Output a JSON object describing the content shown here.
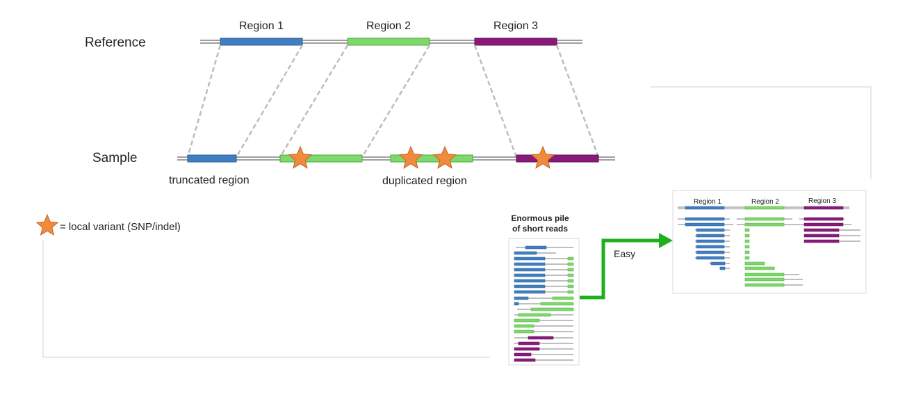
{
  "reference_label": "Reference",
  "sample_label": "Sample",
  "regions": [
    "Region 1",
    "Region 2",
    "Region 3"
  ],
  "region_colors": {
    "region1": "#3f7fc1",
    "region2": "#7ed86b",
    "region3": "#8a1a7a"
  },
  "star_color": "#f08a3c",
  "truncated_label": "truncated region",
  "duplicated_label": "duplicated region",
  "legend_label": "= local variant (SNP/indel)",
  "reads_title_line1": "Enormous pile",
  "reads_title_line2": "of short reads",
  "arrow_label": "Easy",
  "arrow_color": "#1fb01f",
  "aligned_regions": [
    "Region 1",
    "Region 2",
    "Region 3"
  ]
}
